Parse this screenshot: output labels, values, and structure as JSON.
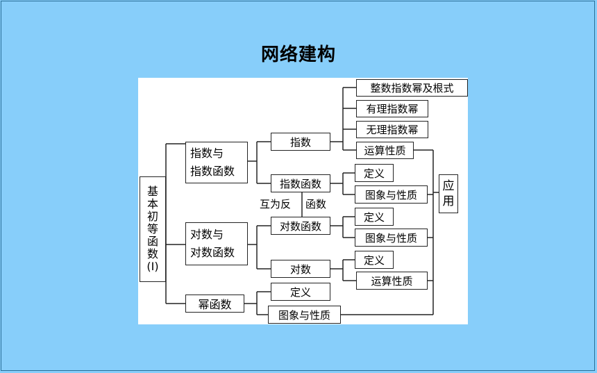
{
  "title": "网络建构",
  "diagram": {
    "root": [
      "基",
      "本",
      "初",
      "等",
      "函",
      "数",
      "(Ⅰ)"
    ],
    "level1": {
      "exp": "指数与\n指数函数",
      "log": "对数与\n对数函数",
      "power": "幂函数"
    },
    "level2": {
      "exponent": "指数",
      "exp_func": "指数函数",
      "log_func": "对数函数",
      "logarithm": "对数",
      "power_def": "定义",
      "power_graph": "图象与性质"
    },
    "inverse_label_left": "互为反",
    "inverse_label_right": "函数",
    "level3": {
      "integer_power": "整数指数幂及根式",
      "rational_power": "有理指数幂",
      "irrational_power": "无理指数幂",
      "exp_operations": "运算性质",
      "exp_func_def": "定义",
      "exp_func_graph": "图象与性质",
      "log_func_def": "定义",
      "log_func_graph": "图象与性质",
      "log_def": "定义",
      "log_operations": "运算性质"
    },
    "application": [
      "应",
      "用"
    ]
  }
}
